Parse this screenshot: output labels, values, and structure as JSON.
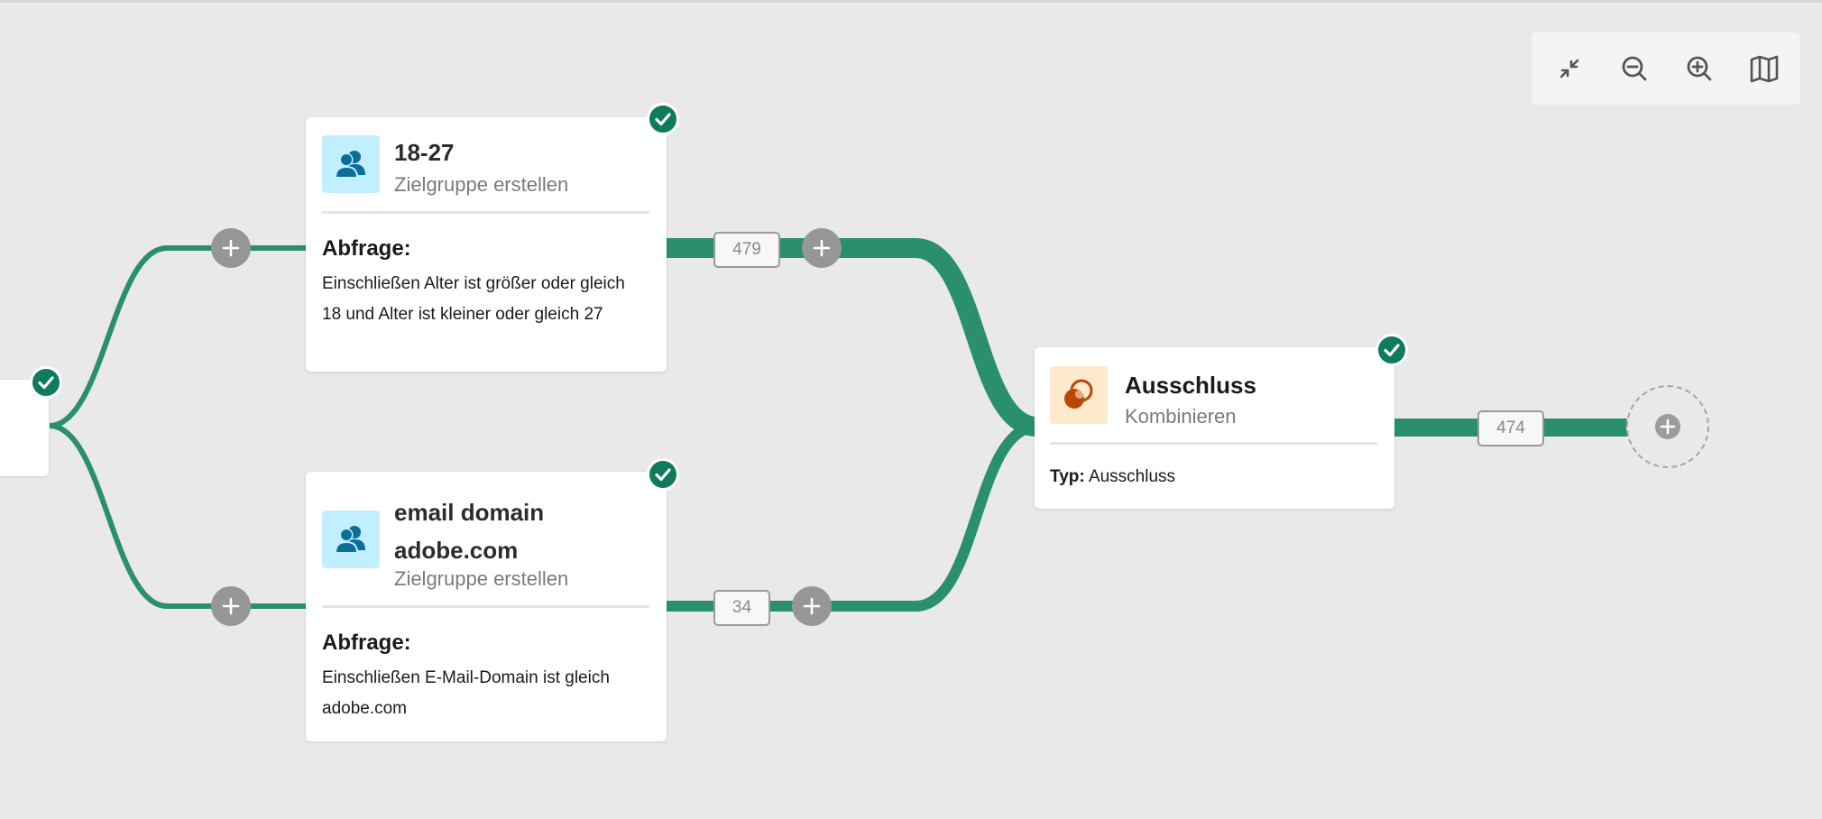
{
  "colors": {
    "path": "#2a8f6d",
    "check": "#0f7a5c",
    "audience_icon_bg": "#c2efff",
    "combine_icon_bg": "#fde9cb"
  },
  "toolbar": {
    "buttons": [
      {
        "icon": "collapse-icon"
      },
      {
        "icon": "zoom-out-icon"
      },
      {
        "icon": "zoom-in-icon"
      },
      {
        "icon": "map-icon"
      }
    ]
  },
  "nodes": {
    "audience_1": {
      "icon": "audience-icon",
      "title": "18-27",
      "subtitle": "Zielgruppe erstellen",
      "query_label": "Abfrage:",
      "query_line1": "Einschließen Alter ist größer oder gleich",
      "query_line2": "18 und Alter ist kleiner oder gleich 27"
    },
    "audience_2": {
      "icon": "audience-icon",
      "title_line1": "email domain",
      "title_line2": "adobe.com",
      "subtitle": "Zielgruppe erstellen",
      "query_label": "Abfrage:",
      "query_line1": "Einschließen E-Mail-Domain ist gleich",
      "query_line2": "adobe.com"
    },
    "exclusion": {
      "icon": "combine-icon",
      "title": "Ausschluss",
      "subtitle": "Kombinieren",
      "type_label": "Typ:",
      "type_value": "Ausschluss"
    }
  },
  "counts": {
    "audience_1_out": "479",
    "audience_2_out": "34",
    "exclusion_out": "474"
  }
}
